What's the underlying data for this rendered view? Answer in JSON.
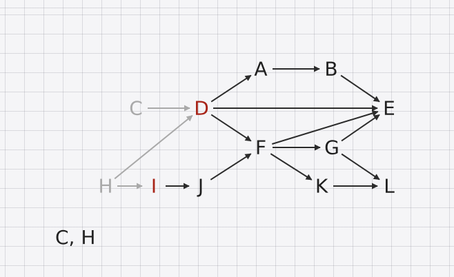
{
  "colors": {
    "background": "#f5f5f7",
    "default_node": "#1f1f1f",
    "faded_node": "#a9a9a9",
    "highlight_node": "#a82418",
    "default_edge": "#2b2b2b",
    "faded_edge": "#a9a9a9"
  },
  "graph": {
    "nodes": [
      {
        "id": "A",
        "label": "A",
        "state": "default"
      },
      {
        "id": "B",
        "label": "B",
        "state": "default"
      },
      {
        "id": "C",
        "label": "C",
        "state": "faded"
      },
      {
        "id": "D",
        "label": "D",
        "state": "highlight"
      },
      {
        "id": "E",
        "label": "E",
        "state": "default"
      },
      {
        "id": "F",
        "label": "F",
        "state": "default"
      },
      {
        "id": "G",
        "label": "G",
        "state": "default"
      },
      {
        "id": "H",
        "label": "H",
        "state": "faded"
      },
      {
        "id": "I",
        "label": "I",
        "state": "highlight"
      },
      {
        "id": "J",
        "label": "J",
        "state": "default"
      },
      {
        "id": "K",
        "label": "K",
        "state": "default"
      },
      {
        "id": "L",
        "label": "L",
        "state": "default"
      }
    ],
    "edges": [
      {
        "from": "A",
        "to": "B",
        "state": "default"
      },
      {
        "from": "B",
        "to": "E",
        "state": "default"
      },
      {
        "from": "C",
        "to": "D",
        "state": "faded"
      },
      {
        "from": "D",
        "to": "A",
        "state": "default"
      },
      {
        "from": "D",
        "to": "E",
        "state": "default"
      },
      {
        "from": "D",
        "to": "F",
        "state": "default"
      },
      {
        "from": "H",
        "to": "D",
        "state": "faded"
      },
      {
        "from": "H",
        "to": "I",
        "state": "faded"
      },
      {
        "from": "I",
        "to": "J",
        "state": "default"
      },
      {
        "from": "J",
        "to": "F",
        "state": "default"
      },
      {
        "from": "F",
        "to": "E",
        "state": "default"
      },
      {
        "from": "F",
        "to": "G",
        "state": "default"
      },
      {
        "from": "F",
        "to": "K",
        "state": "default"
      },
      {
        "from": "G",
        "to": "E",
        "state": "default"
      },
      {
        "from": "G",
        "to": "L",
        "state": "default"
      },
      {
        "from": "K",
        "to": "L",
        "state": "default"
      }
    ]
  },
  "caption": "C, H"
}
